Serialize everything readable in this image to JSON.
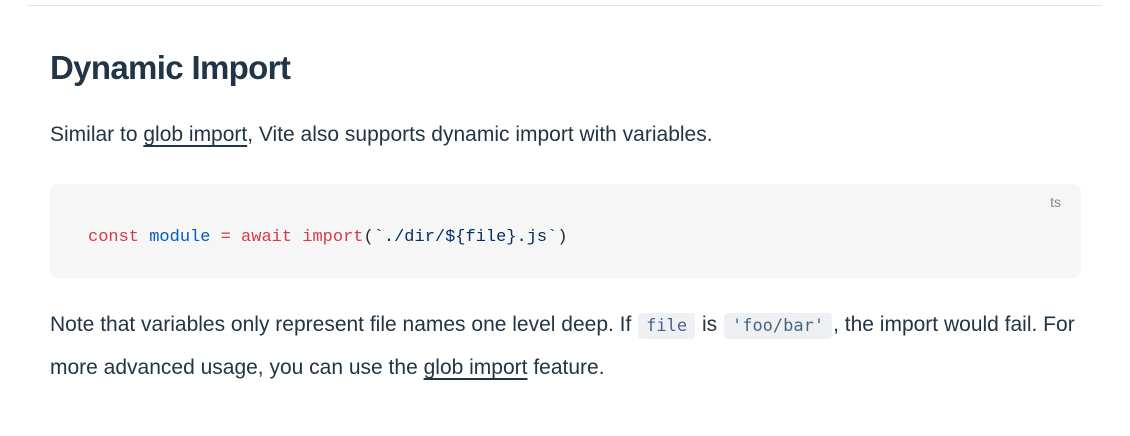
{
  "page": {
    "title": "Dynamic Import"
  },
  "intro": {
    "before": "Similar to ",
    "link_label": "glob import",
    "after": ", Vite also supports dynamic import with variables."
  },
  "code_block": {
    "language": "ts",
    "code": "const module = await import(`./dir/${file}.js`)",
    "tokens": [
      {
        "text": "const",
        "type": "keyword"
      },
      {
        "text": " ",
        "type": "plain"
      },
      {
        "text": "module",
        "type": "variable"
      },
      {
        "text": " ",
        "type": "plain"
      },
      {
        "text": "=",
        "type": "keyword"
      },
      {
        "text": " ",
        "type": "plain"
      },
      {
        "text": "await",
        "type": "keyword"
      },
      {
        "text": " ",
        "type": "plain"
      },
      {
        "text": "import",
        "type": "keyword"
      },
      {
        "text": "(",
        "type": "plain"
      },
      {
        "text": "`./dir/${file}.js`",
        "type": "string"
      },
      {
        "text": ")",
        "type": "plain"
      }
    ]
  },
  "note": {
    "t1": "Note that variables only represent file names one level deep. If ",
    "code1": "file",
    "t2": " is ",
    "code2": "'foo/bar'",
    "t3": ", the import would fail. For more advanced usage, you can use the ",
    "link_label": "glob import",
    "t4": " feature."
  },
  "colors": {
    "text": "#213547",
    "divider": "#e2e2e3",
    "code_background": "#f6f6f7",
    "code_lang_label": "#888888",
    "syntax_keyword": "#d73a49",
    "syntax_variable": "#005cc5",
    "syntax_string": "#032f62",
    "syntax_plain": "#24292e",
    "inline_code_text": "#476582",
    "inline_code_background": "#eceef4"
  }
}
